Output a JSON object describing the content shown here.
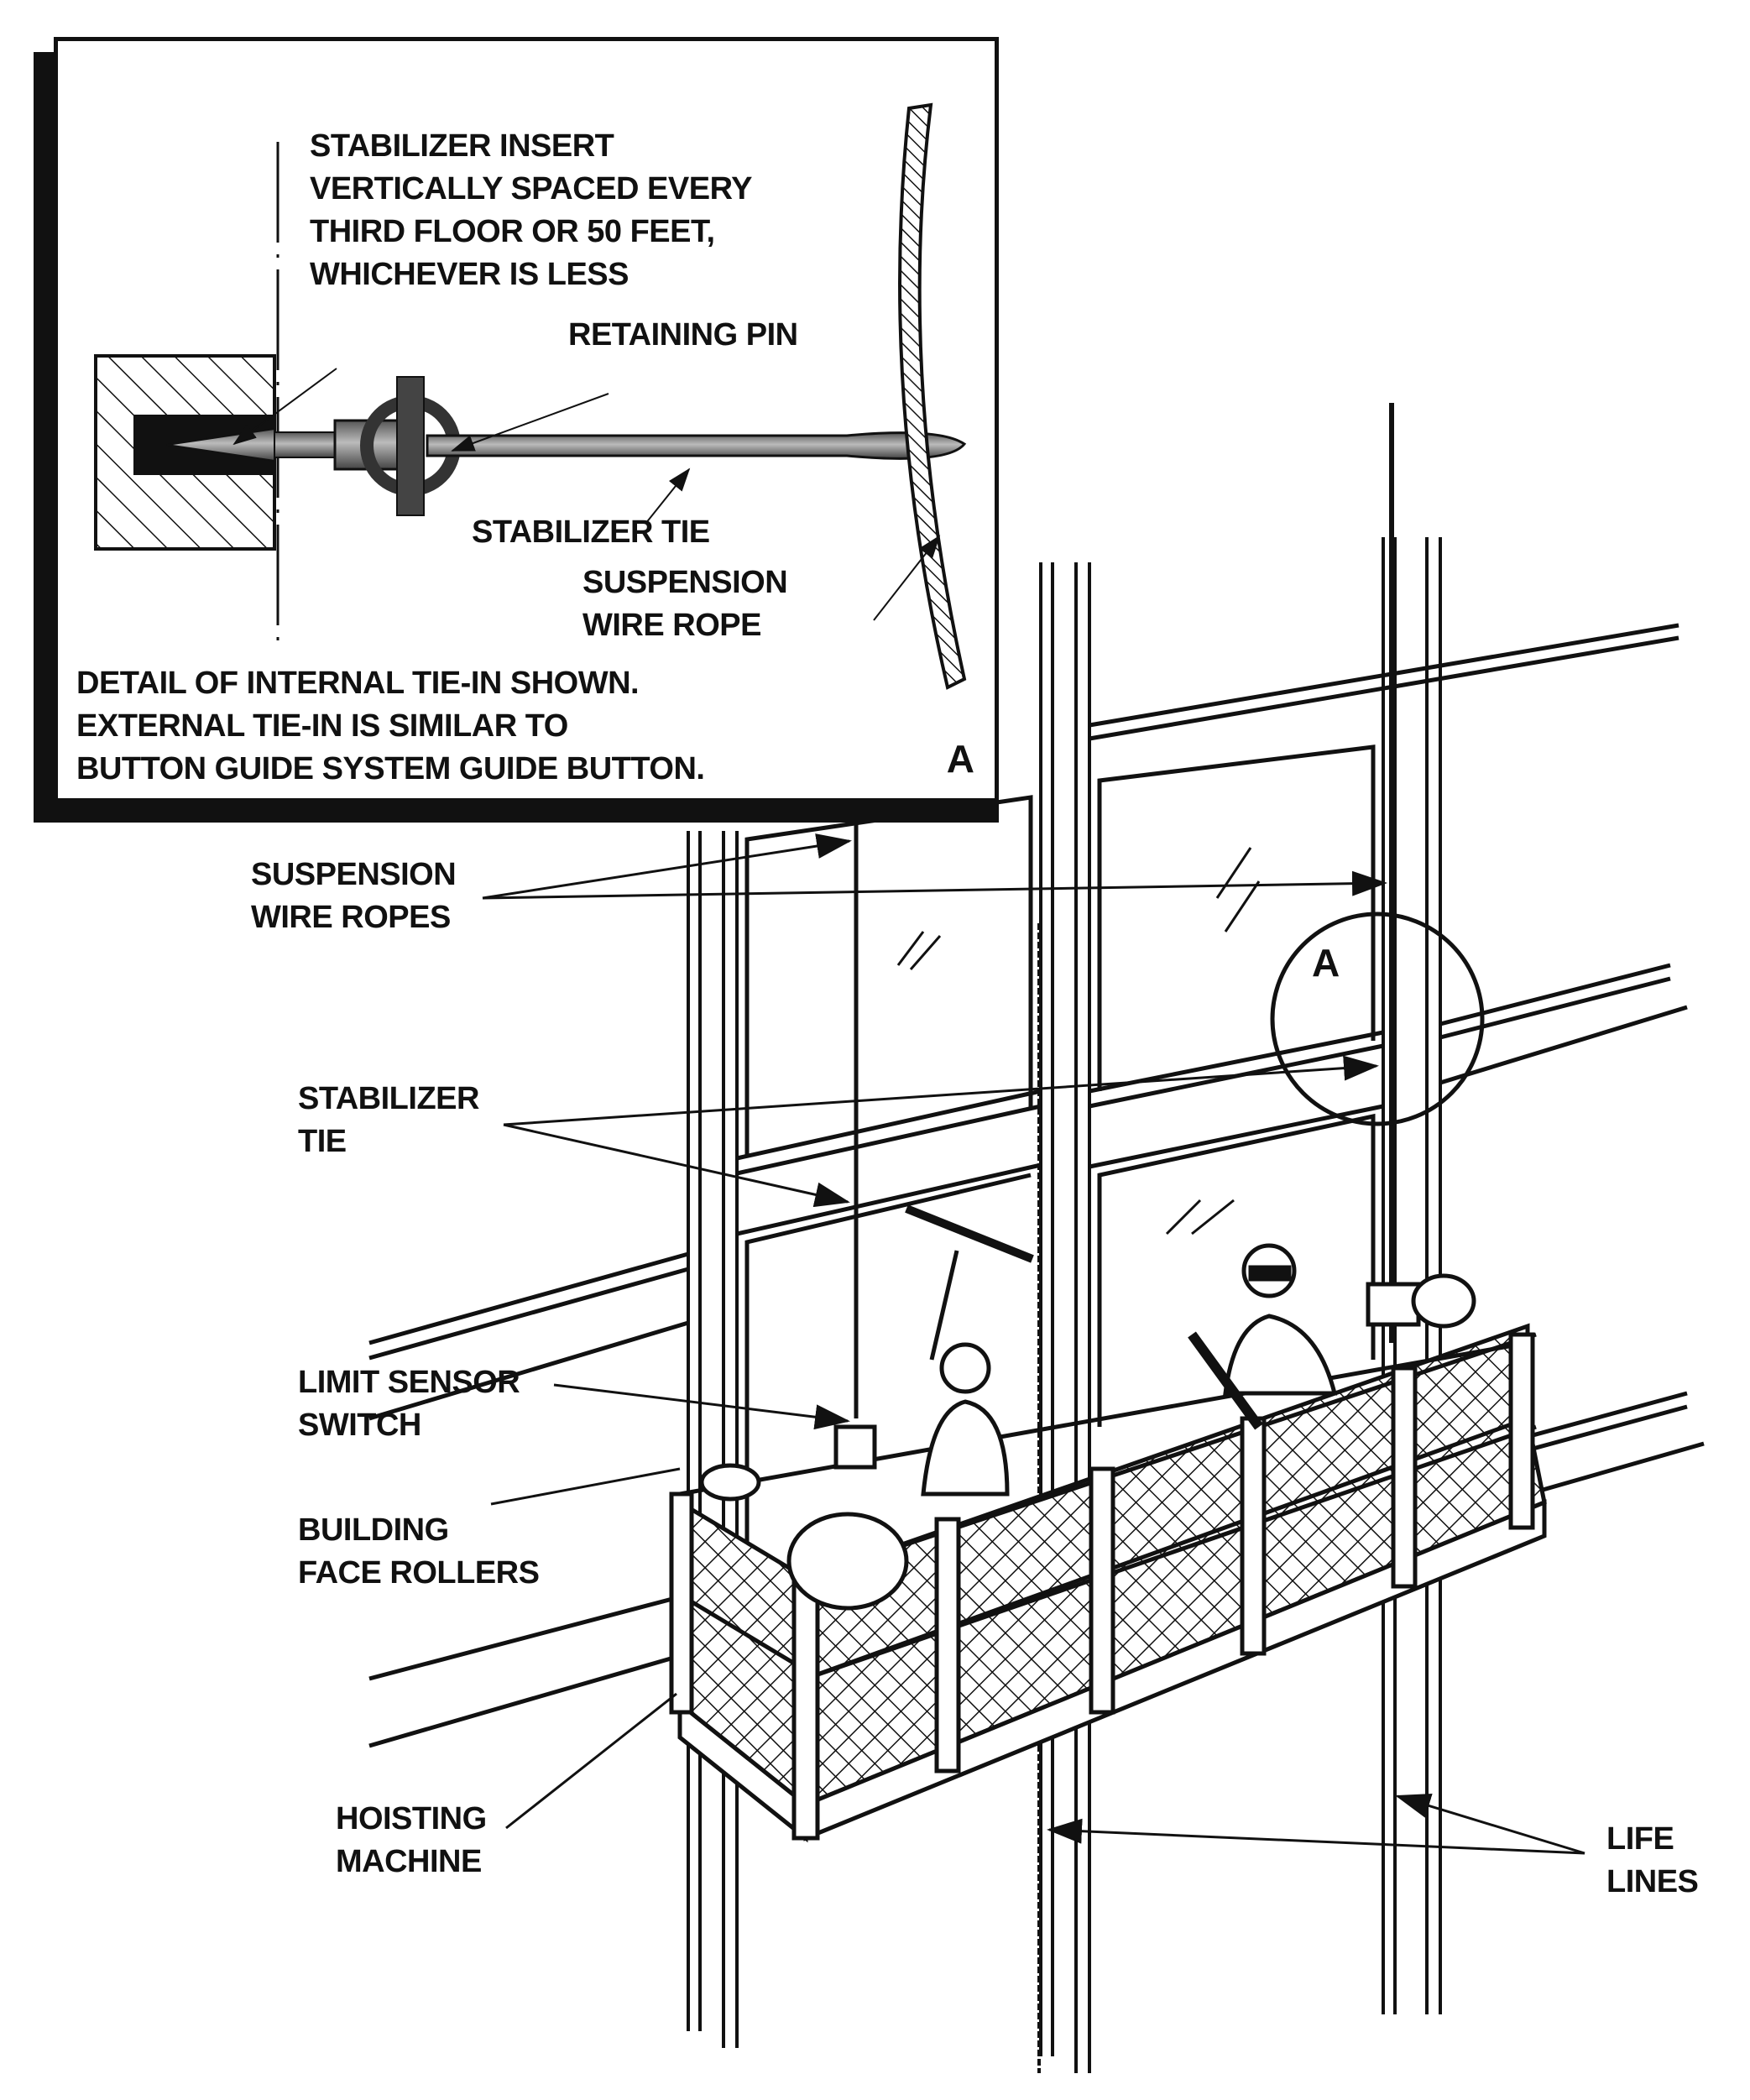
{
  "figure": {
    "type": "technical illustration",
    "subject": "suspended powered platform (window-washing scaffold) with stabilizer tie-in"
  },
  "inset": {
    "callout_letter": "A",
    "stabilizer_insert_lines": [
      "STABILIZER INSERT",
      "VERTICALLY SPACED EVERY",
      "THIRD FLOOR OR 50 FEET,",
      "WHICHEVER IS LESS"
    ],
    "retaining_pin": "RETAINING PIN",
    "stabilizer_tie": "STABILIZER TIE",
    "suspension_wire_rope_lines": [
      "SUSPENSION",
      "WIRE ROPE"
    ],
    "note_lines": [
      "DETAIL OF INTERNAL TIE-IN SHOWN.",
      "EXTERNAL TIE-IN IS SIMILAR TO",
      "BUTTON GUIDE SYSTEM GUIDE BUTTON."
    ]
  },
  "main": {
    "detail_circle_letter": "A",
    "labels": {
      "suspension_wire_ropes": [
        "SUSPENSION",
        "WIRE ROPES"
      ],
      "stabilizer_tie": [
        "STABILIZER",
        "TIE"
      ],
      "limit_sensor_switch": [
        "LIMIT SENSOR",
        "SWITCH"
      ],
      "building_face_rollers": [
        "BUILDING",
        "FACE ROLLERS"
      ],
      "hoisting_machine": [
        "HOISTING",
        "MACHINE"
      ],
      "life_lines": [
        "LIFE",
        "LINES"
      ]
    }
  }
}
